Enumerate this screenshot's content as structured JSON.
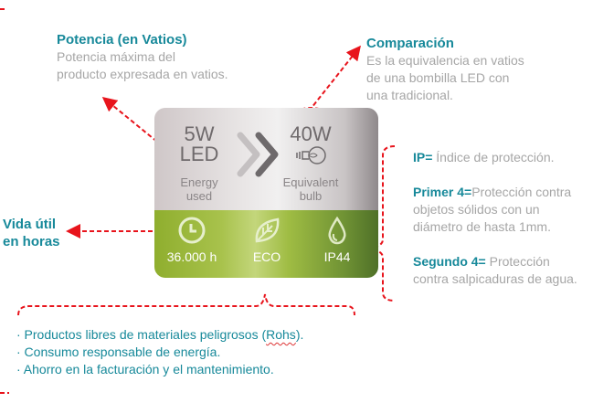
{
  "potencia": {
    "title": "Potencia (en Vatios)",
    "desc_line1": "Potencia máxima del",
    "desc_line2": "producto expresada en vatios."
  },
  "comparacion": {
    "title": "Comparación",
    "desc_line1": "Es la equivalencia en vatios",
    "desc_line2": "de una bombilla LED con",
    "desc_line3": "una tradicional."
  },
  "vida": {
    "line1": "Vida útil",
    "line2": "en horas"
  },
  "card": {
    "watt_led": "5W",
    "led_label": "LED",
    "energy_line1": "Energy",
    "energy_line2": "used",
    "watt_equiv": "40W",
    "equiv_line1": "Equivalent",
    "equiv_line2": "bulb",
    "features": [
      {
        "icon": "clock-icon",
        "label": "36.000 h"
      },
      {
        "icon": "leaf-icon",
        "label": "ECO"
      },
      {
        "icon": "water-drop-icon",
        "label": "IP44"
      }
    ]
  },
  "ip": {
    "ip_key": "IP=",
    "ip_text": " Índice de protección.",
    "primer_key": "Primer 4=",
    "primer_text_1": "Protección contra",
    "primer_text_2": "objetos sólidos con un",
    "primer_text_3": "diámetro de hasta 1mm.",
    "segundo_key": "Segundo 4=",
    "segundo_text_1": " Protección",
    "segundo_text_2": "contra salpicaduras de agua."
  },
  "benefits": {
    "item1_pre": "· Productos libres de materiales peligrosos (",
    "item1_rohs": "Rohs",
    "item1_post": ").",
    "item2": "· Consumo responsable de energía.",
    "item3": "· Ahorro en la facturación y el mantenimiento."
  },
  "colors": {
    "accent_teal": "#17899a",
    "annotation_red": "#e8141c",
    "desc_gray": "#a6a6a6",
    "green": "#8fae2e"
  }
}
